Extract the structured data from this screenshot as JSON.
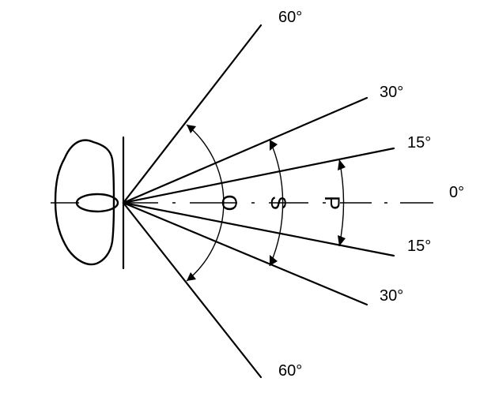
{
  "angle_labels": {
    "up_60": "60°",
    "up_30": "30°",
    "up_15": "15°",
    "center_0": "0°",
    "down_15": "15°",
    "down_30": "30°",
    "down_60": "60°"
  },
  "zones": {
    "o": "O",
    "s": "S",
    "p": "P"
  }
}
